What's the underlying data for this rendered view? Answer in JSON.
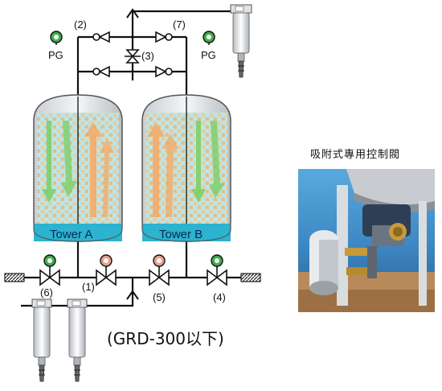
{
  "diagram": {
    "pg_left": "PG",
    "pg_right": "PG",
    "tower_a": "Tower A",
    "tower_b": "Tower B",
    "valve_labels": {
      "v1": "(1)",
      "v2": "(2)",
      "v3": "(3)",
      "v4": "(4)",
      "v5": "(5)",
      "v6": "(6)",
      "v7": "(7)"
    },
    "model_note": "(GRD-300以下)"
  },
  "photo": {
    "caption": "吸附式專用控制閥"
  },
  "colors": {
    "tower_bed": "#b8e6ee",
    "base_cyan": "#2bb3cf",
    "beads": "#f0c98a",
    "arrow_green": "#7ccf6a",
    "arrow_orange": "#f6a864",
    "gauge_green": "#3fae49",
    "gauge_pink": "#e9a08f"
  }
}
